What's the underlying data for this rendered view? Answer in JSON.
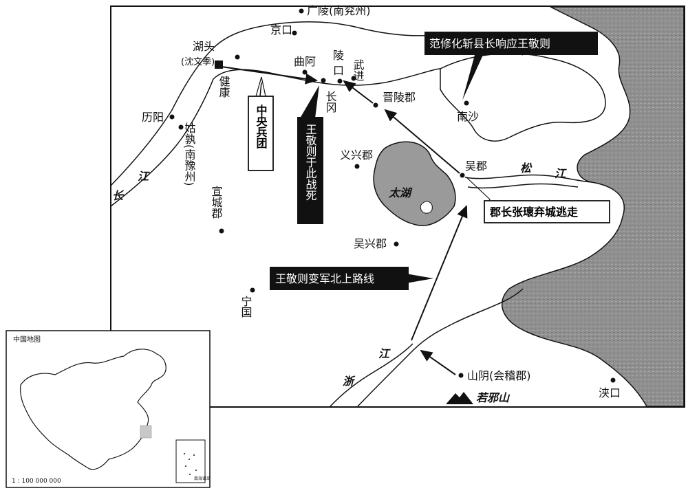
{
  "places": {
    "guangling": "广陵(南兖州)",
    "jingkou": "京口",
    "hutou": "湖头",
    "hutou_sub": "(沈文季)",
    "jiankang": "健康",
    "qua": "曲阿",
    "ling": "陵",
    "kou": "口",
    "wujin": "武进",
    "changgang": "长冈",
    "jinlingjun": "晋陵郡",
    "nansha": "南沙",
    "liyang": "历阳",
    "gushu": "姑孰(南豫州)",
    "xuanchengjun": "宣城郡",
    "yixingjun": "义兴郡",
    "wujun": "吴郡",
    "wuxingjun": "吴兴郡",
    "ningguo": "宁国",
    "shanyin": "山阴(会稽郡)",
    "ruoyeshan": "若邪山",
    "jiaokou": "浃口"
  },
  "rivers": {
    "changjiang_1": "长",
    "changjiang_2": "江",
    "songjiang_1": "松",
    "songjiang_2": "江",
    "zhejiang_1": "浙",
    "zhejiang_2": "江"
  },
  "lake": {
    "taihu": "太湖"
  },
  "annotations": {
    "central_army": "中央兵团",
    "wang_died": "王敬则于此战死",
    "fan_response": "范修化斩县长响应王敬则",
    "zhang_flee": "郡长张瓌弃城逃走",
    "route": "王敬则变军北上路线"
  },
  "inset": {
    "title": "中国地图",
    "scale": "1 : 100 000 000",
    "south_sea_label": "南海诸岛"
  },
  "colors": {
    "sea_fill": "#8a8a8a",
    "lake_fill": "#9a9a9a",
    "highlight_region": "#c8c8c8",
    "ink": "#111111"
  }
}
